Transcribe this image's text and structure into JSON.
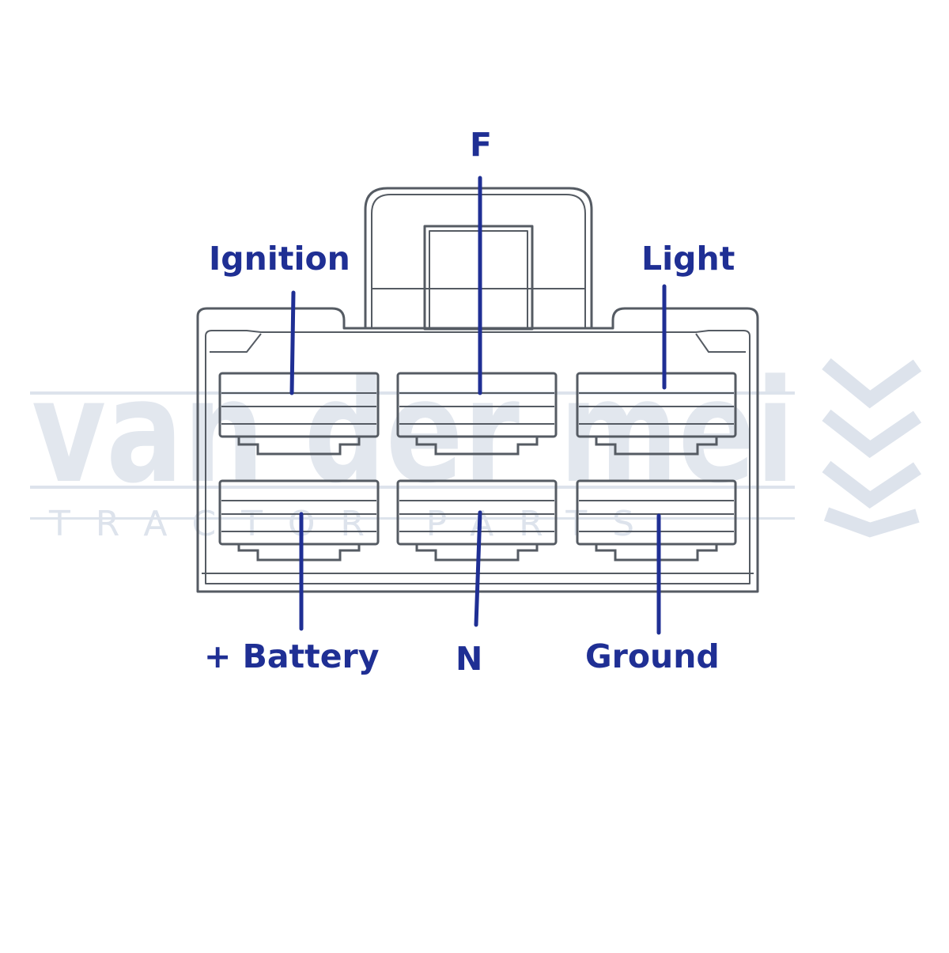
{
  "colors": {
    "label": "#1f2f94",
    "leader": "#1f2f94",
    "outline": "#555b63",
    "watermark": "#dde3ec"
  },
  "watermark": {
    "brand": "van der mei",
    "tagline": "TRACTOR PARTS",
    "logo": "chevron-stripes-logo"
  },
  "pins": {
    "ignition": "Ignition",
    "f": "F",
    "light": "Light",
    "battery": "+ Battery",
    "n": "N",
    "ground": "Ground"
  }
}
